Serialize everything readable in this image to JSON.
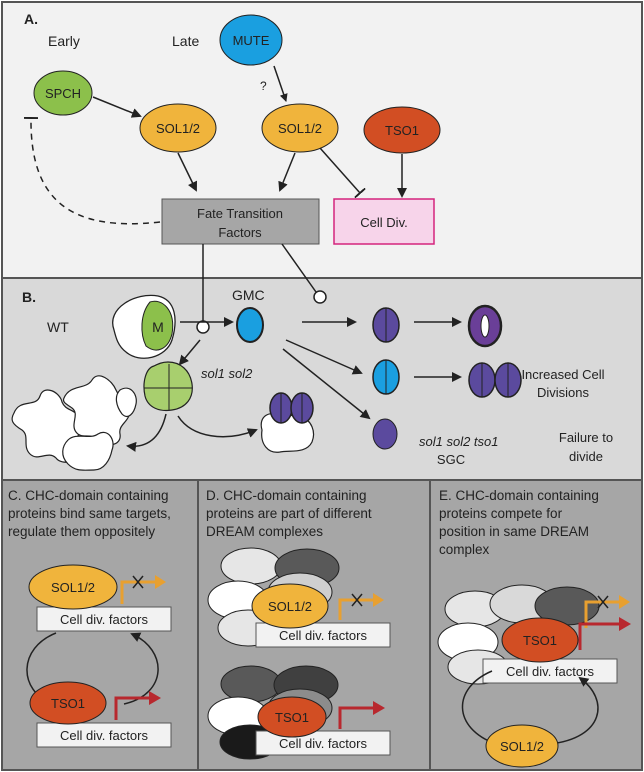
{
  "panel_a": {
    "letter": "A.",
    "early": "Early",
    "late": "Late",
    "mute": "MUTE",
    "question": "?",
    "spch": "SPCH",
    "sol_left": "SOL1/2",
    "sol_right": "SOL1/2",
    "tso1": "TSO1",
    "fate_line1": "Fate Transition",
    "fate_line2": "Factors",
    "cell_div": "Cell Div."
  },
  "panel_b": {
    "letter": "B.",
    "wt": "WT",
    "m": "M",
    "gmc": "GMC",
    "sol_mutant": "sol1 sol2",
    "increased_line1": "Increased Cell",
    "increased_line2": "Divisions",
    "triple_mutant": "sol1 sol2 tso1",
    "sgc": "SGC",
    "failure_line1": "Failure to",
    "failure_line2": "divide"
  },
  "panel_c": {
    "title_line1": "C. CHC-domain containing",
    "title_line2": "proteins bind same targets,",
    "title_line3": "regulate them oppositely",
    "sol": "SOL1/2",
    "tso1": "TSO1",
    "factors_top": "Cell div. factors",
    "factors_bottom": "Cell div. factors"
  },
  "panel_d": {
    "title_line1": "D. CHC-domain containing",
    "title_line2": "proteins are part of different",
    "title_line3": "DREAM complexes",
    "sol": "SOL1/2",
    "tso1": "TSO1",
    "factors_top": "Cell div. factors",
    "factors_bottom": "Cell div. factors"
  },
  "panel_e": {
    "title_line1": "E. CHC-domain containing",
    "title_line2": "proteins compete for",
    "title_line3": "position in same DREAM",
    "title_line4": "complex",
    "tso1": "TSO1",
    "factors": "Cell div. factors",
    "sol": "SOL1/2"
  },
  "colors": {
    "panel_a_bg": "#f2f2f2",
    "panel_b_bg": "#d9d9d9",
    "panel_cde_bg": "#a6a6a6",
    "spch": "#8cc04b",
    "mute": "#1a9fe0",
    "sol": "#f0b43c",
    "tso1": "#d24e23",
    "fate_box": "#a6a6a6",
    "cell_div_fill": "#f7d4ea",
    "cell_div_border": "#d4257c",
    "stomata_purple": "#5b4a9e",
    "arrow_orange": "#e8a030",
    "arrow_red": "#b8282e"
  }
}
